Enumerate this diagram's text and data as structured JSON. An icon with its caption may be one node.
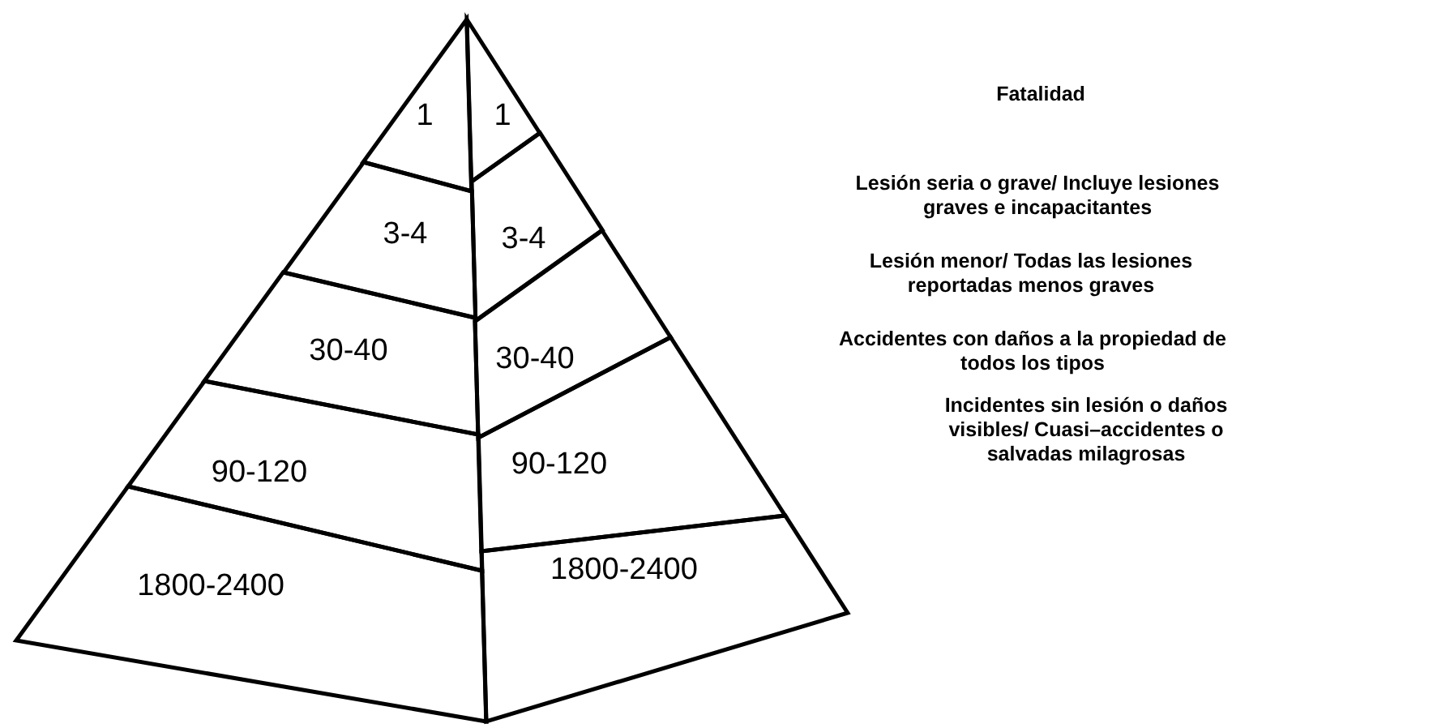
{
  "diagram": {
    "nodes": [
      {
        "text": [
          "1"
        ]
      },
      {
        "text": [
          "1"
        ]
      },
      {
        "text": [
          "3-4"
        ]
      },
      {
        "text": [
          "3-4"
        ]
      },
      {
        "text": [
          "30-40"
        ]
      },
      {
        "text": [
          "30-40"
        ]
      },
      {
        "text": [
          "90-120"
        ]
      },
      {
        "text": [
          "90-120"
        ]
      },
      {
        "text": [
          "1800-2400"
        ]
      },
      {
        "text": [
          "1800-2400"
        ]
      }
    ],
    "labels": [
      "Fatalidad",
      "Lesión seria o grave/ Incluye lesiones graves e incapacitantes",
      "Lesión menor/ Todas las lesiones reportadas menos graves",
      "Accidentes con daños a la propiedad de todos los tipos",
      "Incidentes sin lesión o daños visibles/ Cuasi–accidentes o salvadas milagrosas"
    ]
  }
}
